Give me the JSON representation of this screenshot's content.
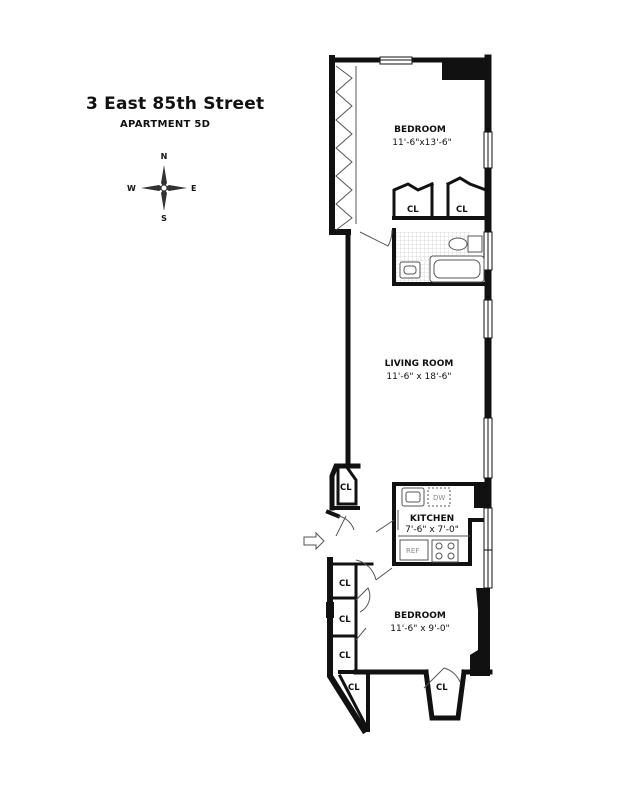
{
  "header": {
    "address": "3 East 85th Street",
    "apartment": "APARTMENT 5D"
  },
  "compass": {
    "n": "N",
    "e": "E",
    "s": "S",
    "w": "W"
  },
  "rooms": {
    "bedroom_main": {
      "name": "BEDROOM",
      "dims": "11'-6\"x13'-6\""
    },
    "living": {
      "name": "LIVING ROOM",
      "dims": "11'-6\" x 18'-6\""
    },
    "kitchen": {
      "name": "KITCHEN",
      "dims": "7'-6\" x 7'-0\""
    },
    "bedroom_second": {
      "name": "BEDROOM",
      "dims": "11'-6\" x 9'-0\""
    }
  },
  "closet_label": "CL",
  "appliances": {
    "dishwasher": "DW",
    "refrigerator": "REF"
  },
  "colors": {
    "wall": "#111111",
    "fixture": "#555555",
    "tile": "#bbbbbb"
  }
}
